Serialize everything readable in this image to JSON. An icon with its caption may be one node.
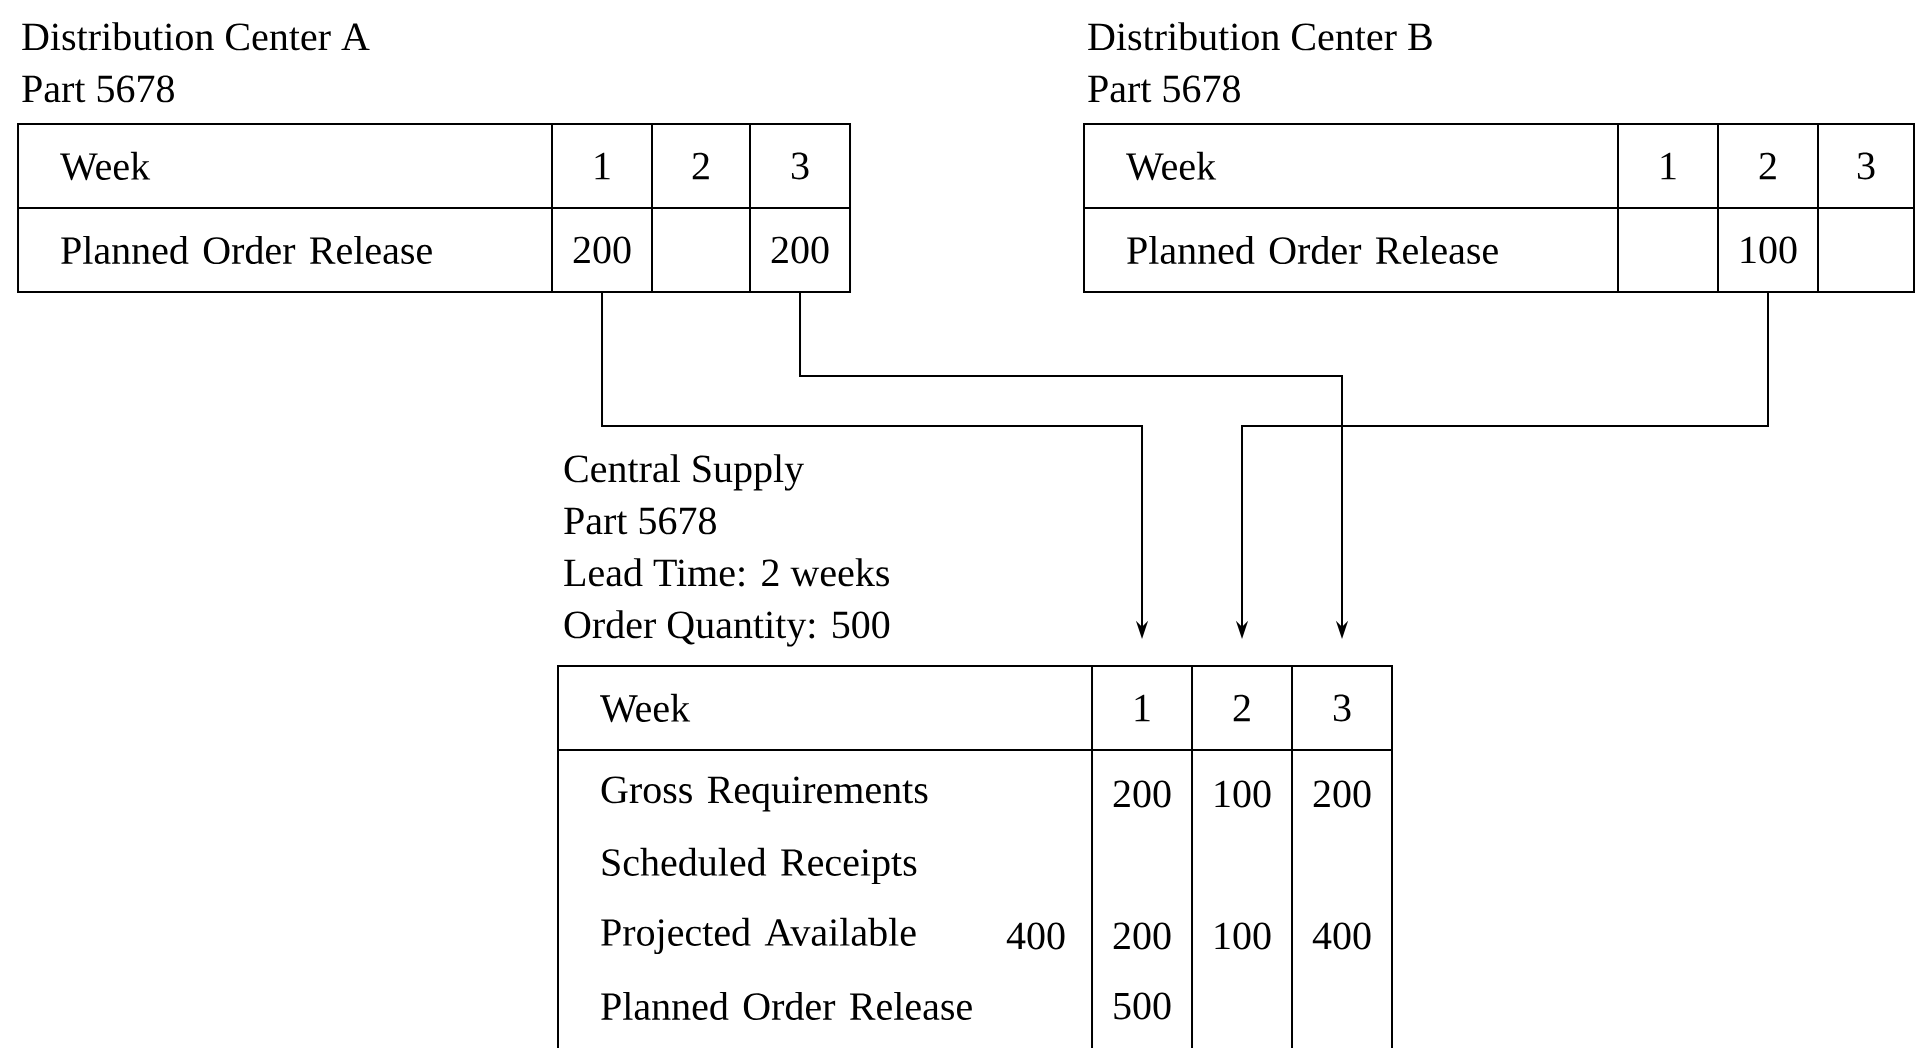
{
  "diagram": {
    "nodes": [
      {
        "text": [
          "Distribution Center A",
          "Part 5678"
        ]
      },
      {
        "text": [
          "Week"
        ],
        "in": 0
      },
      {
        "text": [
          "1"
        ],
        "in": 0
      },
      {
        "text": [
          "2"
        ],
        "in": 0
      },
      {
        "text": [
          "3"
        ],
        "in": 0
      },
      {
        "text": [
          "Planned Order Release"
        ],
        "in": 0
      },
      {
        "text": [
          "200"
        ],
        "in": 0
      },
      {
        "text": [
          "200"
        ],
        "in": 0
      },
      {
        "text": [
          "Distribution Center B",
          "Part 5678"
        ]
      },
      {
        "text": [
          "Week"
        ],
        "in": 8
      },
      {
        "text": [
          "1"
        ],
        "in": 8
      },
      {
        "text": [
          "2"
        ],
        "in": 8
      },
      {
        "text": [
          "3"
        ],
        "in": 8
      },
      {
        "text": [
          "Planned Order Release"
        ],
        "in": 8
      },
      {
        "text": [
          "100"
        ],
        "in": 8
      },
      {
        "text": [
          "Central Supply",
          "Part 5678",
          "Lead Time: 2 weeks",
          "Order Quantity: 500"
        ]
      },
      {
        "text": [
          "Week"
        ],
        "in": 15
      },
      {
        "text": [
          "1"
        ],
        "in": 15
      },
      {
        "text": [
          "2"
        ],
        "in": 15
      },
      {
        "text": [
          "3"
        ],
        "in": 15
      },
      {
        "text": [
          "Gross Requirements"
        ],
        "in": 15
      },
      {
        "text": [
          "200"
        ],
        "in": 15
      },
      {
        "text": [
          "100"
        ],
        "in": 15
      },
      {
        "text": [
          "200"
        ],
        "in": 15
      },
      {
        "text": [
          "Scheduled Receipts"
        ],
        "in": 15
      },
      {
        "text": [
          "Projected Available"
        ],
        "in": 15
      },
      {
        "text": [
          "400"
        ],
        "in": 15
      },
      {
        "text": [
          "200"
        ],
        "in": 15
      },
      {
        "text": [
          "100"
        ],
        "in": 15
      },
      {
        "text": [
          "400"
        ],
        "in": 15
      },
      {
        "text": [
          "Planned Order Release"
        ],
        "in": 15
      },
      {
        "text": [
          "500"
        ],
        "in": 15
      }
    ],
    "edges": [
      {
        "from": 6,
        "to": 17,
        "arrow": "to"
      },
      {
        "from": 7,
        "to": 19,
        "arrow": "to"
      },
      {
        "from": 14,
        "to": 18,
        "arrow": "to"
      }
    ]
  }
}
